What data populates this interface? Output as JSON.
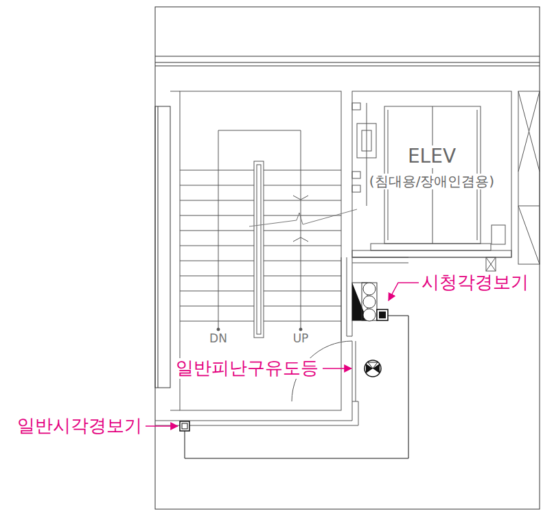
{
  "diagram": {
    "nodes": [
      {
        "text": [
          "ELEV",
          "(침대용/장애인겸용)"
        ]
      }
    ],
    "labels": [
      "DN",
      "UP",
      "시청각경보기",
      "일반피난구유도등",
      "일반시각경보기"
    ]
  }
}
